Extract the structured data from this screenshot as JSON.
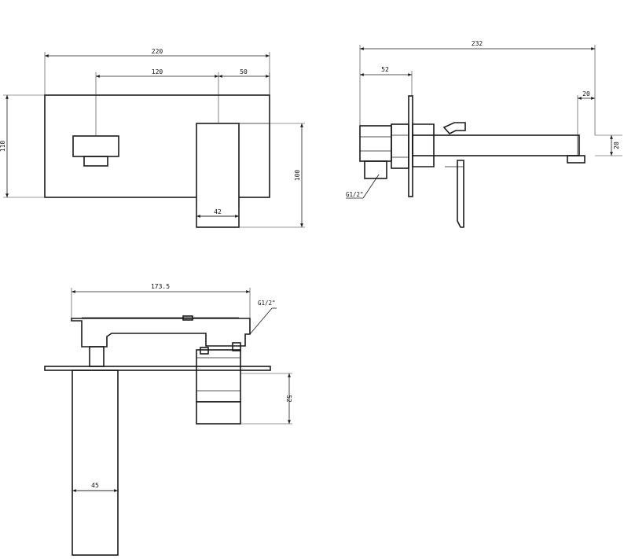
{
  "front_view": {
    "dim_total_width": "220",
    "dim_spout_offset": "120",
    "dim_handle_depth": "50",
    "dim_plate_height": "110",
    "dim_handle_height": "100",
    "dim_handle_width": "42"
  },
  "side_view": {
    "dim_total_length": "232",
    "dim_body_depth": "52",
    "dim_outlet_width": "20",
    "dim_outlet_height": "20",
    "thread_label": "G1/2\""
  },
  "top_view": {
    "dim_body_length": "173.5",
    "thread_label": "G1/2\"",
    "dim_handle_depth": "52",
    "dim_spout_width": "45"
  },
  "colors": {
    "line": "#1a1a1a",
    "background": "#ffffff"
  }
}
